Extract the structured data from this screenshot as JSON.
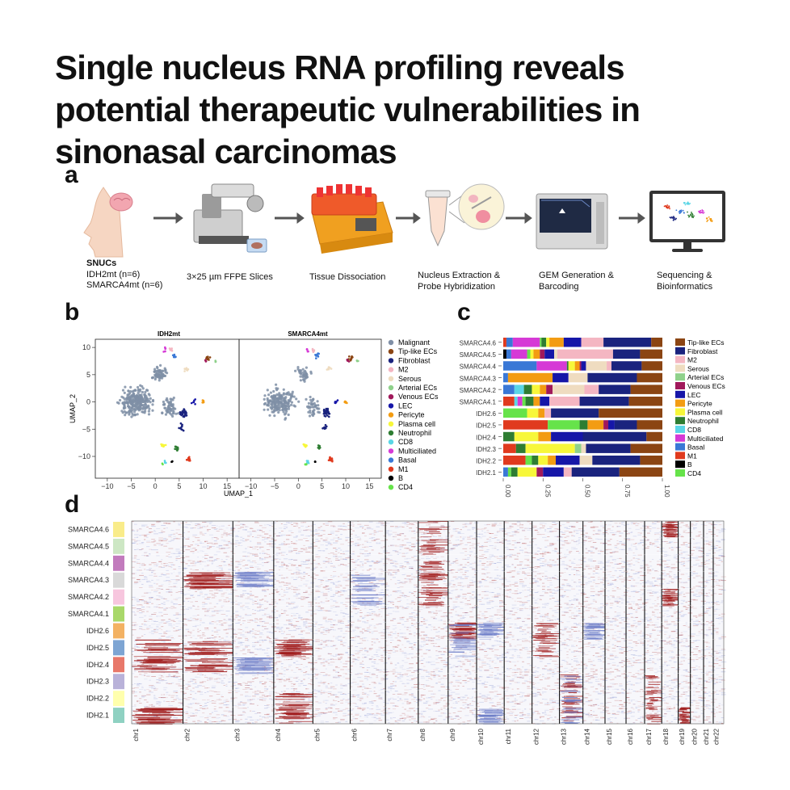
{
  "title": "Single nucleus RNA profiling reveals potential therapeutic vulnerabilities in sinonasal carcinomas",
  "panel_labels": [
    "a",
    "b",
    "c",
    "d"
  ],
  "workflow": {
    "snucs": {
      "heading": "SNUCs",
      "line1": "IDH2mt (n=6)",
      "line2": "SMARCA4mt (n=6)"
    },
    "steps": [
      {
        "icon": "microtome-icon",
        "line1": "3×25 µm FFPE Slices",
        "line2": ""
      },
      {
        "icon": "tissue-dissociator-icon",
        "line1": "Tissue Dissociation",
        "line2": ""
      },
      {
        "icon": "tube-probe-icon",
        "line1": "Nucleus Extraction &",
        "line2": "Probe Hybridization"
      },
      {
        "icon": "sequencer-icon",
        "line1": "GEM Generation &",
        "line2": "Barcoding"
      },
      {
        "icon": "monitor-icon",
        "line1": "Sequencing &",
        "line2": "Bioinformatics"
      }
    ]
  },
  "colors": {
    "Malignant": "#7f8fa6",
    "Tip-like ECs": "#8b4513",
    "Fibroblast": "#1a237e",
    "M2": "#f4b6c2",
    "Serous": "#efdcc0",
    "Arterial ECs": "#8fd18b",
    "Venous ECs": "#a0195b",
    "LEC": "#1616a8",
    "Pericyte": "#f39c12",
    "Plasma cell": "#f7f73a",
    "Neutrophil": "#2e7d32",
    "CD8": "#5ad6e6",
    "Multiciliated": "#d63ad6",
    "Basal": "#3a78d6",
    "M1": "#e03a1e",
    "B": "#000000",
    "CD4": "#66e34a"
  },
  "umap": {
    "panels": [
      "IDH2mt",
      "SMARCA4mt"
    ],
    "xlabel": "UMAP_1",
    "ylabel": "UMAP_2",
    "xticks": [
      "−10",
      "−5",
      "0",
      "5",
      "10",
      "15"
    ],
    "yticks": [
      "10",
      "5",
      "0",
      "−5",
      "−10"
    ],
    "legend": [
      "Malignant",
      "Tip-like ECs",
      "Fibroblast",
      "M2",
      "Serous",
      "Arterial ECs",
      "Venous ECs",
      "LEC",
      "Pericyte",
      "Plasma cell",
      "Neutrophil",
      "CD8",
      "Multiciliated",
      "Basal",
      "M1",
      "B",
      "CD4"
    ]
  },
  "chart_data": {
    "type": "bar",
    "orientation": "horizontal-stacked",
    "categories": [
      "SMARCA4.6",
      "SMARCA4.5",
      "SMARCA4.4",
      "SMARCA4.3",
      "SMARCA4.2",
      "SMARCA4.1",
      "IDH2.6",
      "IDH2.5",
      "IDH2.4",
      "IDH2.3",
      "IDH2.2",
      "IDH2.1"
    ],
    "xticks": [
      "0.00",
      "0.25",
      "0.50",
      "0.75",
      "1.00"
    ],
    "xlim": [
      0,
      1
    ],
    "legend_order": [
      "Tip-like ECs",
      "Fibroblast",
      "M2",
      "Serous",
      "Arterial ECs",
      "Venous ECs",
      "LEC",
      "Pericyte",
      "Plasma cell",
      "Neutrophil",
      "CD8",
      "Multiciliated",
      "Basal",
      "M1",
      "B",
      "CD4"
    ],
    "stack_order": [
      "M1",
      "B",
      "Basal",
      "CD8",
      "Multiciliated",
      "CD4",
      "Neutrophil",
      "Plasma cell",
      "Pericyte",
      "Venous ECs",
      "LEC",
      "Arterial ECs",
      "Serous",
      "M2",
      "Fibroblast",
      "Tip-like ECs"
    ],
    "rows": [
      {
        "M1": 0.02,
        "B": 0.0,
        "Basal": 0.04,
        "CD8": 0.0,
        "Multiciliated": 0.17,
        "CD4": 0.01,
        "Neutrophil": 0.03,
        "Plasma cell": 0.02,
        "Pericyte": 0.09,
        "Venous ECs": 0.0,
        "LEC": 0.11,
        "Arterial ECs": 0.0,
        "Serous": 0.0,
        "M2": 0.14,
        "Fibroblast": 0.3,
        "Tip-like ECs": 0.07
      },
      {
        "M1": 0.0,
        "B": 0.02,
        "Basal": 0.03,
        "CD8": 0.0,
        "Multiciliated": 0.1,
        "CD4": 0.02,
        "Neutrophil": 0.0,
        "Plasma cell": 0.02,
        "Pericyte": 0.04,
        "Venous ECs": 0.03,
        "LEC": 0.06,
        "Arterial ECs": 0.0,
        "Serous": 0.02,
        "M2": 0.35,
        "Fibroblast": 0.17,
        "Tip-like ECs": 0.14
      },
      {
        "M1": 0.0,
        "B": 0.0,
        "Basal": 0.21,
        "CD8": 0.0,
        "Multiciliated": 0.19,
        "CD4": 0.0,
        "Neutrophil": 0.01,
        "Plasma cell": 0.04,
        "Pericyte": 0.03,
        "Venous ECs": 0.01,
        "LEC": 0.03,
        "Arterial ECs": 0.0,
        "Serous": 0.13,
        "M2": 0.03,
        "Fibroblast": 0.19,
        "Tip-like ECs": 0.13
      },
      {
        "M1": 0.0,
        "B": 0.0,
        "Basal": 0.03,
        "CD8": 0.0,
        "Multiciliated": 0.0,
        "CD4": 0.0,
        "Neutrophil": 0.0,
        "Plasma cell": 0.0,
        "Pericyte": 0.28,
        "Venous ECs": 0.0,
        "LEC": 0.1,
        "Arterial ECs": 0.0,
        "Serous": 0.12,
        "M2": 0.0,
        "Fibroblast": 0.31,
        "Tip-like ECs": 0.16
      },
      {
        "M1": 0.0,
        "B": 0.0,
        "Basal": 0.07,
        "CD8": 0.06,
        "Multiciliated": 0.0,
        "CD4": 0.0,
        "Neutrophil": 0.05,
        "Plasma cell": 0.05,
        "Pericyte": 0.04,
        "Venous ECs": 0.04,
        "LEC": 0.0,
        "Arterial ECs": 0.0,
        "Serous": 0.2,
        "M2": 0.09,
        "Fibroblast": 0.2,
        "Tip-like ECs": 0.2
      },
      {
        "M1": 0.07,
        "B": 0.0,
        "Basal": 0.0,
        "CD8": 0.02,
        "Multiciliated": 0.03,
        "CD4": 0.02,
        "Neutrophil": 0.05,
        "Plasma cell": 0.0,
        "Pericyte": 0.04,
        "Venous ECs": 0.0,
        "LEC": 0.06,
        "Arterial ECs": 0.0,
        "Serous": 0.0,
        "M2": 0.19,
        "Fibroblast": 0.31,
        "Tip-like ECs": 0.21
      },
      {
        "M1": 0.0,
        "B": 0.0,
        "Basal": 0.0,
        "CD8": 0.0,
        "Multiciliated": 0.0,
        "CD4": 0.15,
        "Neutrophil": 0.0,
        "Plasma cell": 0.07,
        "Pericyte": 0.04,
        "Venous ECs": 0.0,
        "LEC": 0.0,
        "Arterial ECs": 0.0,
        "Serous": 0.0,
        "M2": 0.04,
        "Fibroblast": 0.3,
        "Tip-like ECs": 0.4
      },
      {
        "M1": 0.28,
        "B": 0.0,
        "Basal": 0.0,
        "CD8": 0.0,
        "Multiciliated": 0.0,
        "CD4": 0.2,
        "Neutrophil": 0.05,
        "Plasma cell": 0.0,
        "Pericyte": 0.1,
        "Venous ECs": 0.03,
        "LEC": 0.04,
        "Arterial ECs": 0.0,
        "Serous": 0.0,
        "M2": 0.0,
        "Fibroblast": 0.14,
        "Tip-like ECs": 0.16
      },
      {
        "M1": 0.0,
        "B": 0.0,
        "Basal": 0.0,
        "CD8": 0.0,
        "Multiciliated": 0.0,
        "CD4": 0.0,
        "Neutrophil": 0.07,
        "Plasma cell": 0.15,
        "Pericyte": 0.08,
        "Venous ECs": 0.0,
        "LEC": 0.2,
        "Arterial ECs": 0.0,
        "Serous": 0.0,
        "M2": 0.0,
        "Fibroblast": 0.4,
        "Tip-like ECs": 0.1
      },
      {
        "M1": 0.08,
        "B": 0.0,
        "Basal": 0.0,
        "CD8": 0.0,
        "Multiciliated": 0.0,
        "CD4": 0.0,
        "Neutrophil": 0.06,
        "Plasma cell": 0.31,
        "Pericyte": 0.0,
        "Venous ECs": 0.0,
        "LEC": 0.0,
        "Arterial ECs": 0.04,
        "Serous": 0.03,
        "M2": 0.0,
        "Fibroblast": 0.28,
        "Tip-like ECs": 0.2
      },
      {
        "M1": 0.14,
        "B": 0.0,
        "Basal": 0.0,
        "CD8": 0.0,
        "Multiciliated": 0.0,
        "CD4": 0.04,
        "Neutrophil": 0.04,
        "Plasma cell": 0.06,
        "Pericyte": 0.05,
        "Venous ECs": 0.0,
        "LEC": 0.15,
        "Arterial ECs": 0.0,
        "Serous": 0.08,
        "M2": 0.0,
        "Fibroblast": 0.3,
        "Tip-like ECs": 0.14
      },
      {
        "M1": 0.0,
        "B": 0.0,
        "Basal": 0.03,
        "CD8": 0.0,
        "Multiciliated": 0.0,
        "CD4": 0.02,
        "Neutrophil": 0.04,
        "Plasma cell": 0.12,
        "Pericyte": 0.0,
        "Venous ECs": 0.04,
        "LEC": 0.13,
        "Arterial ECs": 0.0,
        "Serous": 0.0,
        "M2": 0.05,
        "Fibroblast": 0.3,
        "Tip-like ECs": 0.27
      }
    ]
  },
  "heatmap": {
    "rows": [
      "SMARCA4.6",
      "SMARCA4.5",
      "SMARCA4.4",
      "SMARCA4.3",
      "SMARCA4.2",
      "SMARCA4.1",
      "IDH2.6",
      "IDH2.5",
      "IDH2.4",
      "IDH2.3",
      "IDH2.2",
      "IDH2.1"
    ],
    "row_colors": [
      "#f9ec8a",
      "#cde7c4",
      "#c27bbd",
      "#d9d9d9",
      "#f7c6de",
      "#a9d86a",
      "#f3b263",
      "#7ea5d3",
      "#e8786a",
      "#b9b2d9",
      "#ffffad",
      "#8fd1c2"
    ],
    "chromosomes": [
      "chr1",
      "chr2",
      "chr3",
      "chr4",
      "chr5",
      "chr6",
      "chr7",
      "chr8",
      "chr9",
      "chr10",
      "chr11",
      "chr12",
      "chr13",
      "chr14",
      "chr15",
      "chr16",
      "chr17",
      "chr18",
      "chr19",
      "chr20",
      "chr21",
      "chr22"
    ],
    "chrom_widths": [
      249,
      242,
      198,
      190,
      181,
      171,
      159,
      145,
      138,
      134,
      135,
      133,
      114,
      107,
      102,
      90,
      83,
      80,
      59,
      64,
      47,
      51
    ]
  }
}
